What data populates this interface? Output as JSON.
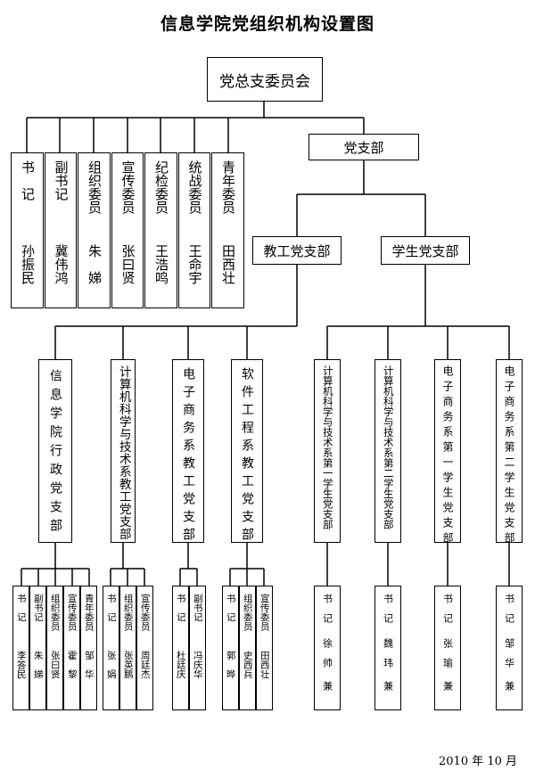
{
  "title": "信息学院党组织机构设置图",
  "root": "党总支委员会",
  "committee": [
    {
      "role": "书　记",
      "name": "孙振民"
    },
    {
      "role": "副书记",
      "name": "冀伟鸿"
    },
    {
      "role": "组织委员",
      "name": "朱　娣"
    },
    {
      "role": "宣传委员",
      "name": "张曰贤"
    },
    {
      "role": "纪检委员",
      "name": "王浩鸣"
    },
    {
      "role": "统战委员",
      "name": "王命宇"
    },
    {
      "role": "青年委员",
      "name": "田西壮"
    }
  ],
  "party_branch": "党支部",
  "teacher_branch": "教工党支部",
  "student_branch": "学生党支部",
  "teacher_units": [
    {
      "name": "信息学院行政党支部",
      "members": [
        {
          "role": "书　记",
          "name": "李答民"
        },
        {
          "role": "副书记",
          "name": "朱　娣"
        },
        {
          "role": "组织委员",
          "name": "张曰贤"
        },
        {
          "role": "宣传委员",
          "name": "霍　黎"
        },
        {
          "role": "青年委员",
          "name": "邹　华"
        }
      ]
    },
    {
      "name": "计算机科学与技术系教工党支部",
      "members": [
        {
          "role": "书　记",
          "name": "张　娟"
        },
        {
          "role": "组织委员",
          "name": "张英鹏"
        },
        {
          "role": "宣传委员",
          "name": "周廷杰"
        }
      ]
    },
    {
      "name": "电子商务系教工党支部",
      "members": [
        {
          "role": "书　记",
          "name": "杜廷庆"
        },
        {
          "role": "副书记",
          "name": "冯庆华"
        }
      ]
    },
    {
      "name": "软件工程系教工党支部",
      "members": [
        {
          "role": "书　记",
          "name": "郭　晔"
        },
        {
          "role": "组织委员",
          "name": "史西兵"
        },
        {
          "role": "宣传委员",
          "name": "田西壮"
        }
      ]
    }
  ],
  "student_units": [
    {
      "name": "计算机科学与技术系第一学生党支部",
      "member": {
        "role": "书　记",
        "name": "徐　帅",
        "suffix": "兼"
      }
    },
    {
      "name": "计算机科学与技术系第二学生党支部",
      "member": {
        "role": "书　记",
        "name": "魏　玮",
        "suffix": "兼"
      }
    },
    {
      "name": "电子商务系第一学生党支部",
      "member": {
        "role": "书　记",
        "name": "张　瑜",
        "suffix": "兼"
      }
    },
    {
      "name": "电子商务系第二学生党支部",
      "member": {
        "role": "书　记",
        "name": "邹　华",
        "suffix": "兼"
      }
    }
  ],
  "date": "2010 年 10 月"
}
